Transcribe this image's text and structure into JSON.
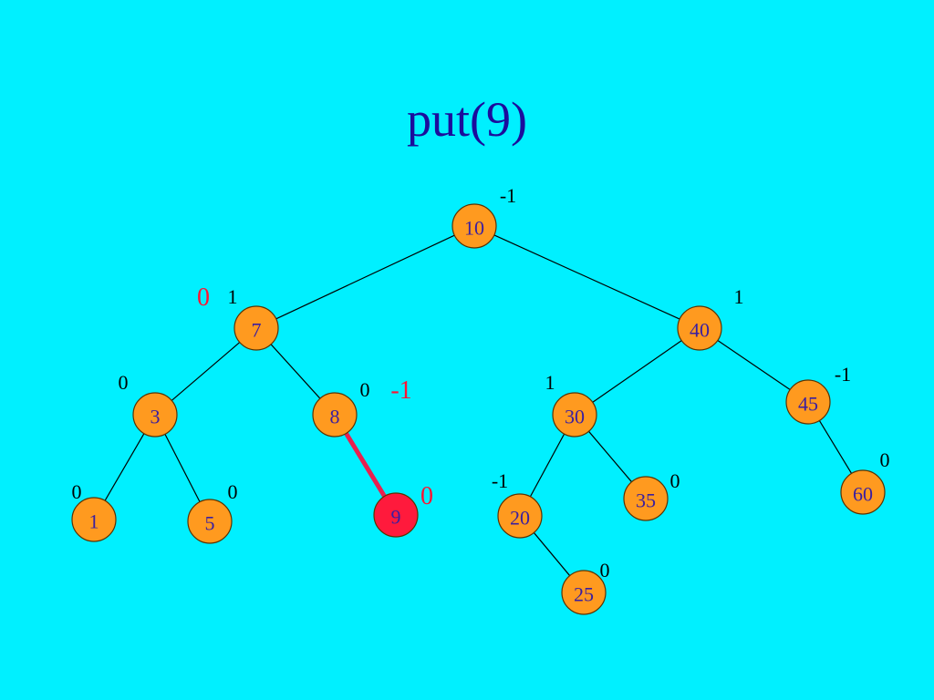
{
  "title": "put(9)",
  "colors": {
    "background": "#00f0ff",
    "title": "#1c0d9c",
    "node_fill": "#ff9a1f",
    "node_stroke": "#5a3200",
    "new_node_fill": "#ff1a3c",
    "node_text": "#3a1fa0",
    "edge": "#000000",
    "new_edge": "#e8204f",
    "updated_balance": "#ff1433"
  },
  "nodes": [
    {
      "id": "n10",
      "key": "10",
      "balance": "-1"
    },
    {
      "id": "n7",
      "key": "7",
      "balance": "1",
      "updated_balance": "0"
    },
    {
      "id": "n40",
      "key": "40",
      "balance": "1"
    },
    {
      "id": "n3",
      "key": "3",
      "balance": "0"
    },
    {
      "id": "n8",
      "key": "8",
      "balance": "0",
      "updated_balance": "-1"
    },
    {
      "id": "n30",
      "key": "30",
      "balance": "1"
    },
    {
      "id": "n45",
      "key": "45",
      "balance": "-1"
    },
    {
      "id": "n1",
      "key": "1",
      "balance": "0"
    },
    {
      "id": "n5",
      "key": "5",
      "balance": "0"
    },
    {
      "id": "n9",
      "key": "9",
      "balance": "0",
      "is_new": true
    },
    {
      "id": "n20",
      "key": "20",
      "balance": "-1"
    },
    {
      "id": "n35",
      "key": "35",
      "balance": "0"
    },
    {
      "id": "n60",
      "key": "60",
      "balance": "0"
    },
    {
      "id": "n25",
      "key": "25",
      "balance": "0"
    }
  ],
  "edges": [
    {
      "from": "n10",
      "to": "n7"
    },
    {
      "from": "n10",
      "to": "n40"
    },
    {
      "from": "n7",
      "to": "n3"
    },
    {
      "from": "n7",
      "to": "n8"
    },
    {
      "from": "n3",
      "to": "n1"
    },
    {
      "from": "n3",
      "to": "n5"
    },
    {
      "from": "n8",
      "to": "n9",
      "is_new": true
    },
    {
      "from": "n40",
      "to": "n30"
    },
    {
      "from": "n40",
      "to": "n45"
    },
    {
      "from": "n30",
      "to": "n20"
    },
    {
      "from": "n30",
      "to": "n35"
    },
    {
      "from": "n20",
      "to": "n25"
    },
    {
      "from": "n45",
      "to": "n60"
    }
  ]
}
